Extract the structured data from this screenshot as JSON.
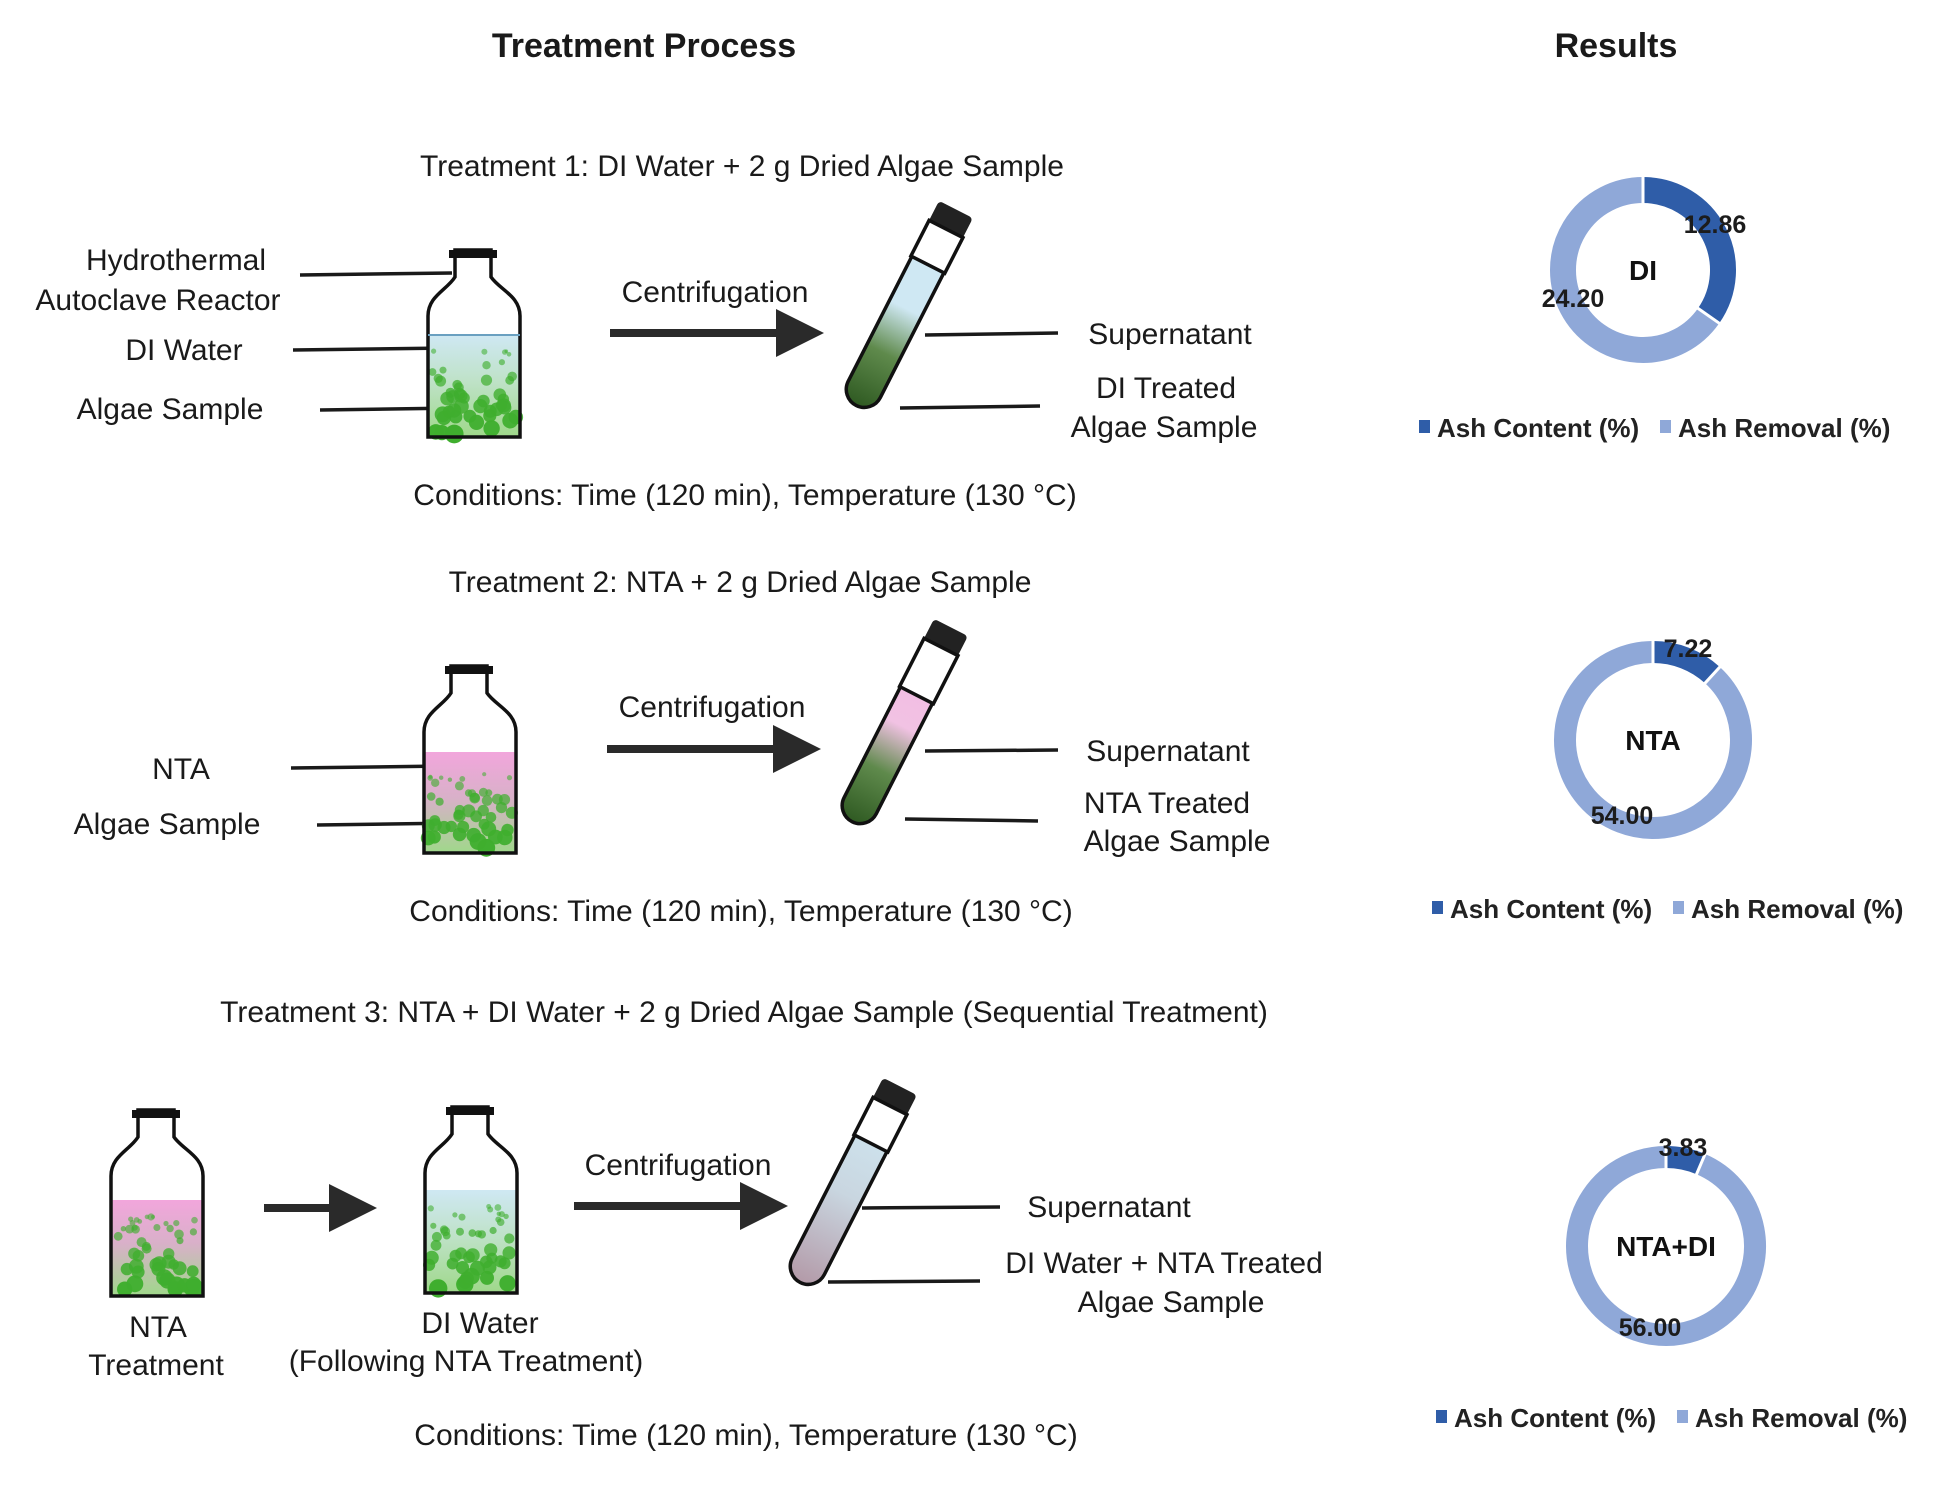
{
  "headers": {
    "process": "Treatment Process",
    "results": "Results"
  },
  "treatments": [
    {
      "title": "Treatment 1: DI Water + 2 g Dried Algae Sample",
      "reactor_label_1": "Hydrothermal",
      "reactor_label_2": "Autoclave Reactor",
      "liquid_label": "DI Water",
      "algae_label": "Algae Sample",
      "step_label": "Centrifugation",
      "supernatant_label": "Supernatant",
      "product_label_1": "DI Treated",
      "product_label_2": "Algae Sample",
      "conditions": "Conditions: Time (120 min), Temperature (130 °C)"
    },
    {
      "title": "Treatment 2: NTA + 2 g Dried Algae Sample",
      "liquid_label": "NTA",
      "algae_label": "Algae Sample",
      "step_label": "Centrifugation",
      "supernatant_label": "Supernatant",
      "product_label_1": "NTA Treated",
      "product_label_2": "Algae Sample",
      "conditions": "Conditions: Time (120 min), Temperature (130 °C)"
    },
    {
      "title": "Treatment 3: NTA + DI Water  + 2 g Dried Algae Sample (Sequential Treatment)",
      "first_label_1": "NTA",
      "first_label_2": "Treatment",
      "second_label_1": "DI Water",
      "second_label_2": "(Following NTA Treatment)",
      "step_label": "Centrifugation",
      "supernatant_label": "Supernatant",
      "product_label_1": "DI Water + NTA Treated",
      "product_label_2": "Algae Sample",
      "conditions": "Conditions: Time (120 min), Temperature (130 °C)"
    }
  ],
  "colors": {
    "ash_content": "#2f5da8",
    "ash_removal": "#8fa8d8",
    "algae_green": "#3fae2e",
    "water_blue": "#cfe8f3",
    "nta_pink": "#ee9bd6",
    "pellet_dark": "#2f5a22"
  },
  "chart_data": [
    {
      "type": "pie",
      "center_label": "DI",
      "categories": [
        "Ash Content (%)",
        "Ash Removal (%)"
      ],
      "values": [
        12.86,
        24.2
      ],
      "legend": "bottom"
    },
    {
      "type": "pie",
      "center_label": "NTA",
      "categories": [
        "Ash Content (%)",
        "Ash Removal (%)"
      ],
      "values": [
        7.22,
        54.0
      ],
      "legend": "bottom"
    },
    {
      "type": "pie",
      "center_label": "NTA+DI",
      "categories": [
        "Ash Content (%)",
        "Ash Removal (%)"
      ],
      "values": [
        3.83,
        56.0
      ],
      "legend": "bottom"
    }
  ]
}
